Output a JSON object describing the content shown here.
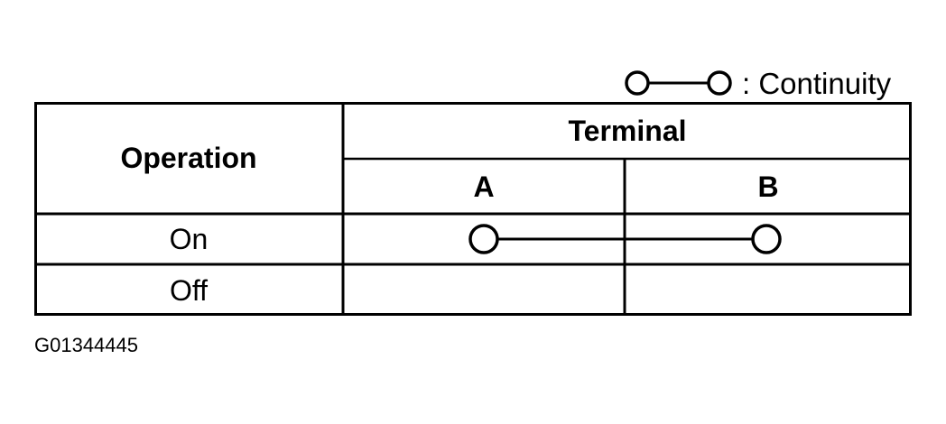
{
  "legend": {
    "text": ": Continuity",
    "icon": "continuity-symbol-icon"
  },
  "table": {
    "operation_header": "Operation",
    "terminal_header": "Terminal",
    "terminals": [
      "A",
      "B"
    ],
    "rows": [
      {
        "operation": "On",
        "continuity": [
          "A",
          "B"
        ]
      },
      {
        "operation": "Off",
        "continuity": []
      }
    ]
  },
  "figure_code": "G01344445"
}
